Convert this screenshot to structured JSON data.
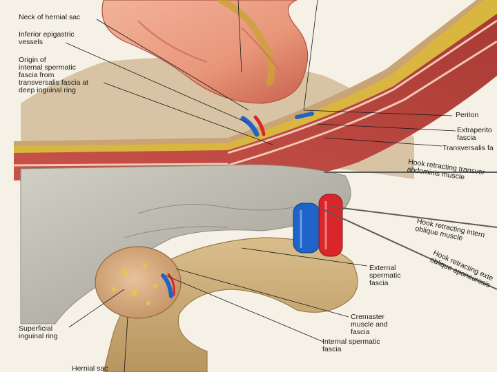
{
  "figure": {
    "labels": {
      "neck_of_hernial_sac": "Neck of hernial sac",
      "inferior_epigastric_vessels": "Inferior epigastric\nvessels",
      "origin_internal_spermatic_fascia": "Origin of\ninternal spermatic\nfascia from\ntransversalis fascia at\ndeep inguinal ring",
      "peritoneum": "Periton",
      "extraperitoneal_fascia": "Extraperito\nfascia",
      "transversalis_fascia": "Transversalis fa",
      "hook_transversus": "Hook retracting transver\nabdominis muscle",
      "hook_internal_oblique": "Hook retracting intern\noblique muscle",
      "hook_external_oblique": "Hook retracting exte\noblique aponeurosis",
      "external_spermatic_fascia": "External\nspermatic\nfascia",
      "cremaster": "Cremaster\nmuscle and\nfascia",
      "internal_spermatic_fascia": "Internal spermatic\nfascia",
      "superficial_inguinal_ring": "Superficial\ninguinal ring",
      "hernial_sac": "Hernial sac"
    },
    "colors": {
      "background": "#f6f1e6",
      "intestine": "#e8967a",
      "fascia_gray": "#b9b7ae",
      "muscle_red": "#c8524a",
      "bone_tan": "#c9ab78",
      "artery": "#d8262a",
      "vein": "#1e63c8",
      "fat_yellow": "#d9b640"
    }
  }
}
